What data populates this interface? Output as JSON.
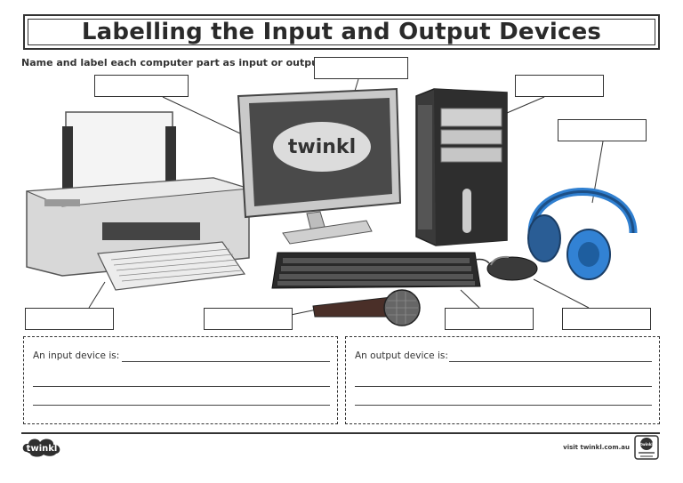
{
  "title": "Labelling the Input and Output Devices",
  "instruction": "Name and label each computer part as input or output.",
  "monitor_brand": "twinkl",
  "answers": {
    "input_prompt": "An input device is:",
    "output_prompt": "An output device is:"
  },
  "footer": {
    "url": "visit twinkl.com.au",
    "logo": "twinkl",
    "badge": "twinkl"
  },
  "colors": {
    "headphones": "#2f7fd0",
    "border": "#333333"
  }
}
